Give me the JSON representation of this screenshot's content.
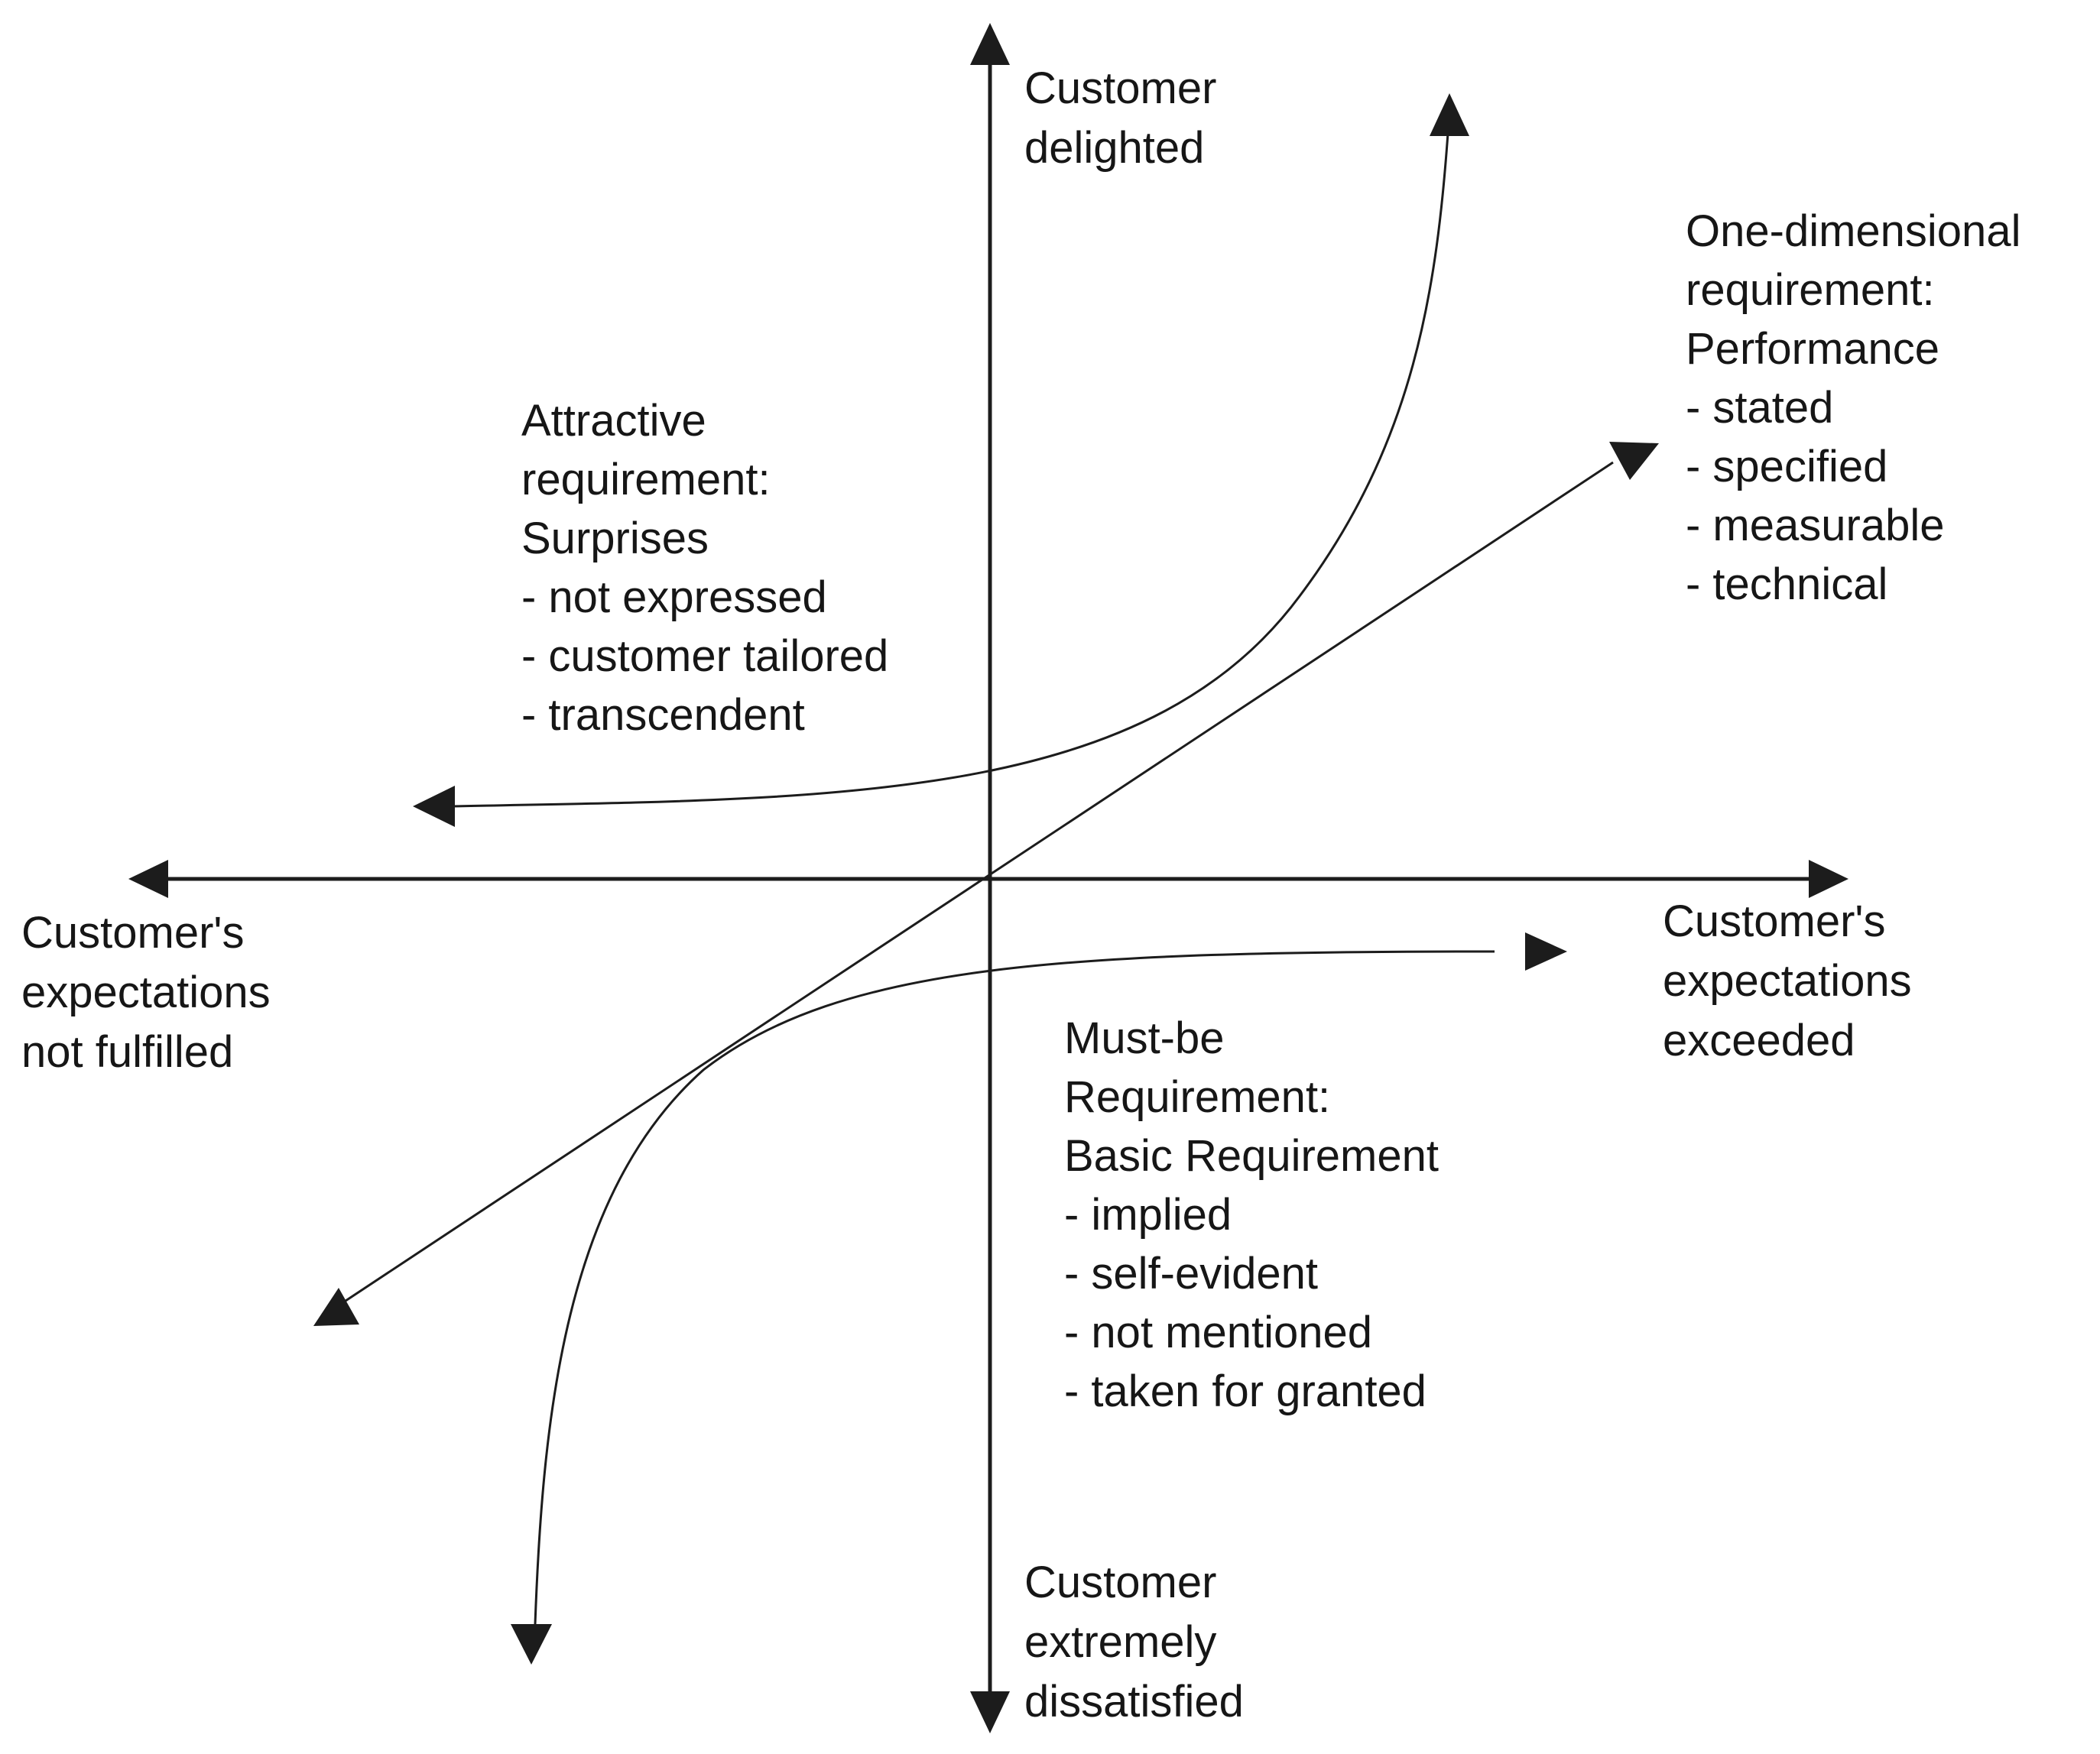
{
  "axes": {
    "top_label": [
      "Customer",
      "delighted"
    ],
    "bottom_label": [
      "Customer",
      "extremely",
      "dissatisfied"
    ],
    "left_label": [
      "Customer's",
      "expectations",
      "not fulfilled"
    ],
    "right_label": [
      "Customer's",
      "expectations",
      "exceeded"
    ]
  },
  "curves": {
    "attractive": {
      "lines": [
        "Attractive",
        "requirement:",
        "Surprises",
        "- not expressed",
        "- customer tailored",
        "- transcendent"
      ]
    },
    "one_dimensional": {
      "lines": [
        "One-dimensional",
        "requirement:",
        "Performance",
        "- stated",
        "- specified",
        "- measurable",
        "- technical"
      ]
    },
    "must_be": {
      "lines": [
        "Must-be",
        "Requirement:",
        "Basic Requirement",
        "- implied",
        "- self-evident",
        "- not mentioned",
        "- taken for granted"
      ]
    }
  },
  "colors": {
    "ink": "#1c1c1c",
    "background": "#ffffff"
  }
}
